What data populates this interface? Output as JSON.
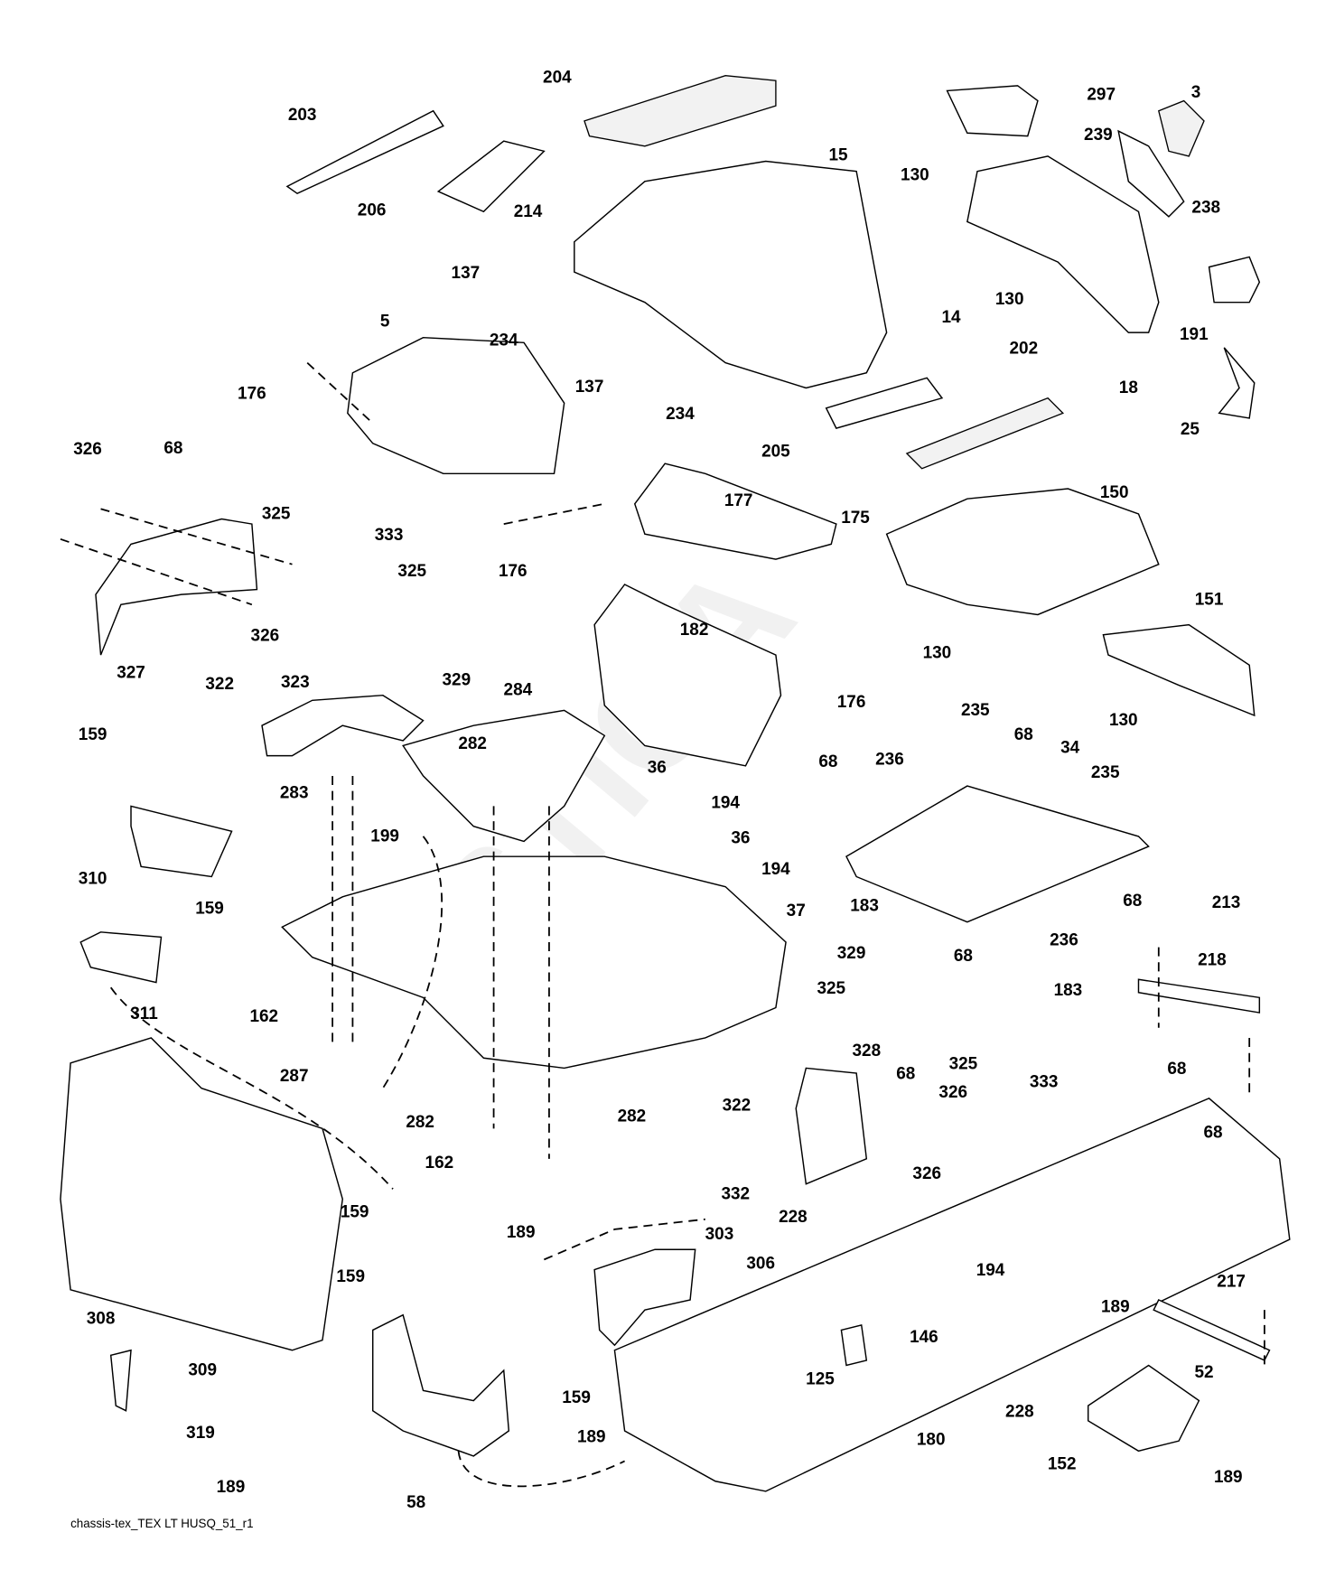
{
  "diagram": {
    "caption": "chassis-tex_TEX LT HUSQ_51_r1",
    "watermark": "Stiga GARDEN",
    "part_labels": [
      "203",
      "204",
      "297",
      "3",
      "15",
      "239",
      "130",
      "238",
      "206",
      "214",
      "137",
      "130",
      "234",
      "14",
      "191",
      "5",
      "202",
      "18",
      "176",
      "137",
      "234",
      "205",
      "25",
      "326",
      "68",
      "150",
      "177",
      "175",
      "325",
      "333",
      "325",
      "176",
      "151",
      "182",
      "326",
      "327",
      "322",
      "323",
      "329",
      "130",
      "176",
      "284",
      "130",
      "235",
      "159",
      "282",
      "283",
      "68",
      "236",
      "34",
      "235",
      "68",
      "36",
      "194",
      "36",
      "199",
      "194",
      "310",
      "37",
      "68",
      "183",
      "236",
      "213",
      "159",
      "329",
      "68",
      "183",
      "218",
      "325",
      "311",
      "162",
      "328",
      "325",
      "68",
      "287",
      "333",
      "326",
      "68",
      "282",
      "282",
      "322",
      "68",
      "162",
      "326",
      "332",
      "159",
      "228",
      "189",
      "303",
      "194",
      "306",
      "217",
      "159",
      "308",
      "189",
      "146",
      "309",
      "52",
      "125",
      "159",
      "228",
      "180",
      "319",
      "189",
      "152",
      "189",
      "189",
      "58"
    ]
  }
}
